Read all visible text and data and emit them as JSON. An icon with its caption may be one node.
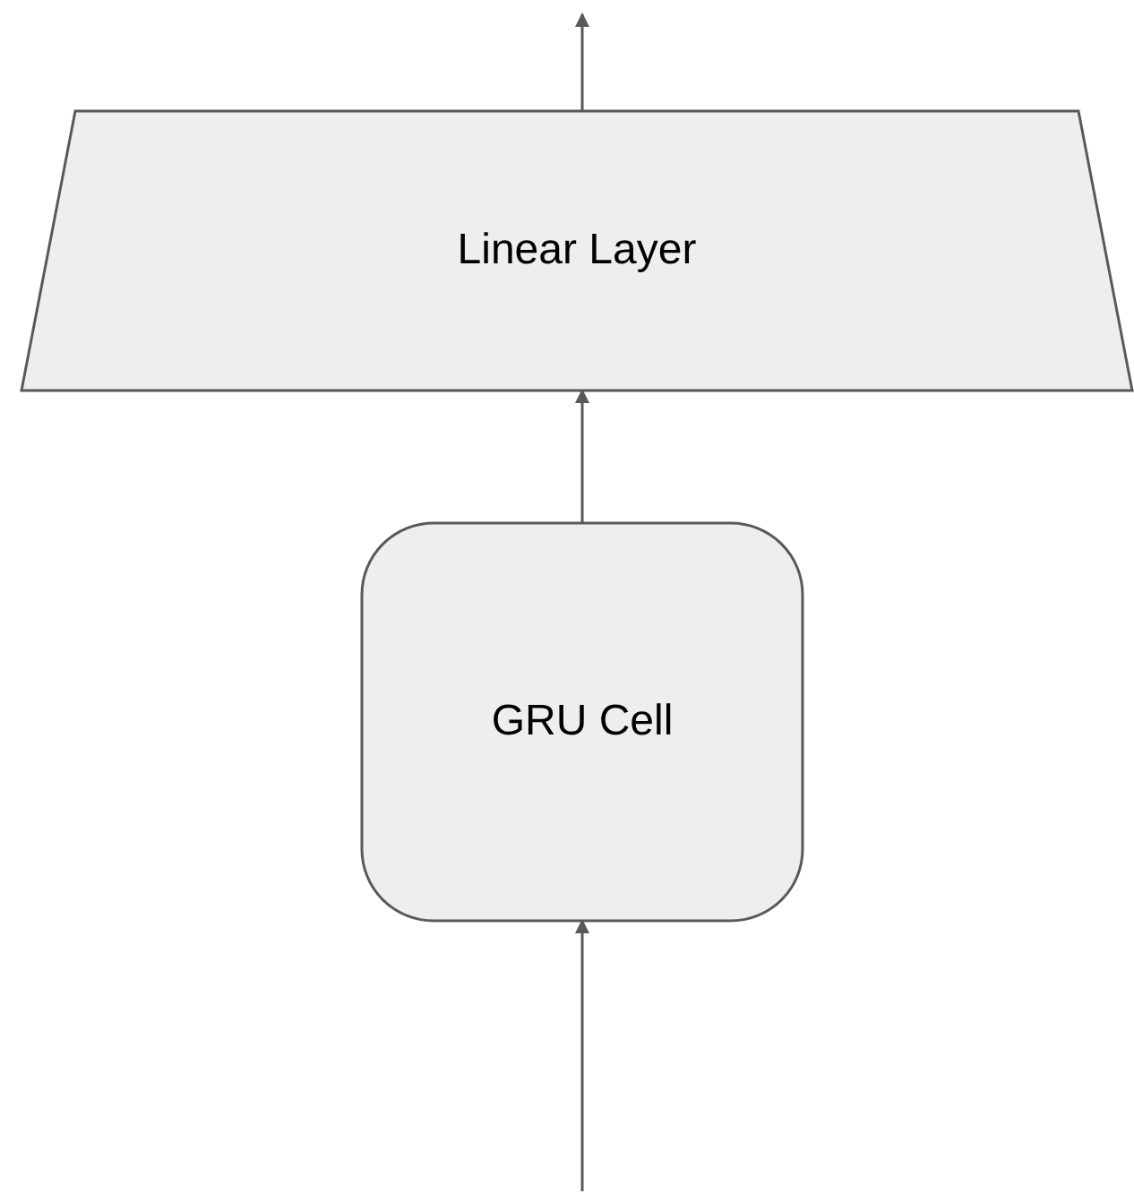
{
  "diagram": {
    "nodes": [
      {
        "text": [
          "Linear Layer"
        ]
      },
      {
        "text": [
          "GRU Cell"
        ]
      }
    ],
    "edges": [
      {
        "from": 0,
        "to": null,
        "arrow": "to"
      },
      {
        "from": 1,
        "to": 0,
        "arrow": "to"
      },
      {
        "from": null,
        "to": 1,
        "arrow": "to"
      }
    ]
  }
}
